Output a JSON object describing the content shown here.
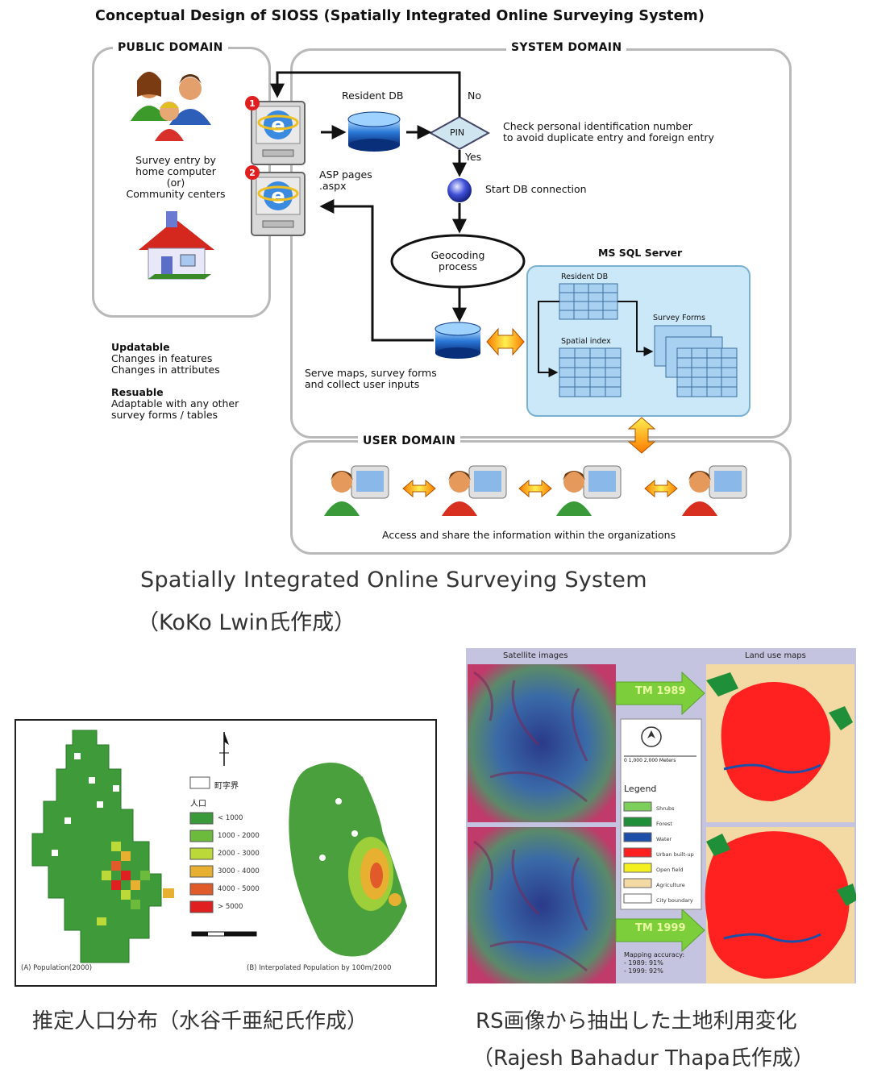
{
  "diagram": {
    "title": "Conceptual Design of SIOSS (Spatially Integrated Online Surveying System)",
    "public_domain": {
      "label": "PUBLIC DOMAIN",
      "survey_text": [
        "Survey entry by",
        "home computer",
        "(or)",
        "Community centers"
      ]
    },
    "system_domain": {
      "label": "SYSTEM DOMAIN",
      "resident_db": "Resident DB",
      "no": "No",
      "yes": "Yes",
      "pin": "PIN",
      "check_text": [
        "Check personal identification number",
        "to avoid duplicate entry and foreign entry"
      ],
      "asp_text": [
        "ASP pages",
        ".aspx"
      ],
      "start_db": "Start DB connection",
      "geocoding": [
        "Geocoding",
        "process"
      ],
      "serve_text": [
        "Serve maps, survey forms",
        "and collect user inputs"
      ],
      "sql_server": "MS SQL Server",
      "sql_resident_db": "Resident DB",
      "sql_spatial_index": "Spatial index",
      "sql_survey_forms": "Survey Forms",
      "badge1": "1",
      "badge2": "2"
    },
    "notes": {
      "updatable_title": "Updatable",
      "updatable_lines": [
        "Changes in features",
        "Changes in attributes"
      ],
      "reusable_title": "Resuable",
      "reusable_lines": [
        "Adaptable with any other",
        "survey forms / tables"
      ]
    },
    "user_domain": {
      "label": "USER DOMAIN",
      "access_text": "Access and share the information within the organizations"
    }
  },
  "captions": {
    "sioss_line1": "Spatially Integrated Online Surveying System",
    "sioss_line2": "（KoKo Lwin氏作成）",
    "population": "推定人口分布（水谷千亜紀氏作成）",
    "rs_line1": "RS画像から抽出した土地利用変化",
    "rs_line2": "（Rajesh Bahadur Thapa氏作成）"
  },
  "population_map": {
    "legend_title": "人口",
    "legend_items": [
      "< 1000",
      "1000 - 2000",
      "2000 - 3000",
      "3000 - 4000",
      "4000 - 5000",
      "> 5000"
    ],
    "legend_colors": [
      "#3a9a3a",
      "#6cbb3c",
      "#bcd93a",
      "#e8b030",
      "#e05a2a",
      "#e02020"
    ],
    "boundary_label": "町字界",
    "footnote_left": "(A) Population(2000)",
    "footnote_right": "(B) Interpolated Population by 100m/2000"
  },
  "landuse_map": {
    "satellite_label": "Satellite images",
    "landuse_label": "Land use maps",
    "tm1989": "TM 1989",
    "tm1999": "TM 1999",
    "scale_text": "0    1,000  2,000 Meters",
    "legend_title": "Legend",
    "legend_items": [
      "Shrubs",
      "Forest",
      "Water",
      "Urban built-up",
      "Open field",
      "Agriculture",
      "City boundary"
    ],
    "legend_colors": [
      "#7ccf5a",
      "#1f8f3a",
      "#1d4fa8",
      "#ff2020",
      "#f4f020",
      "#f3d9a4",
      "#ffffff"
    ],
    "accuracy_title": "Mapping accuracy:",
    "accuracy_lines": [
      "- 1989: 91%",
      "- 1999: 92%"
    ]
  }
}
